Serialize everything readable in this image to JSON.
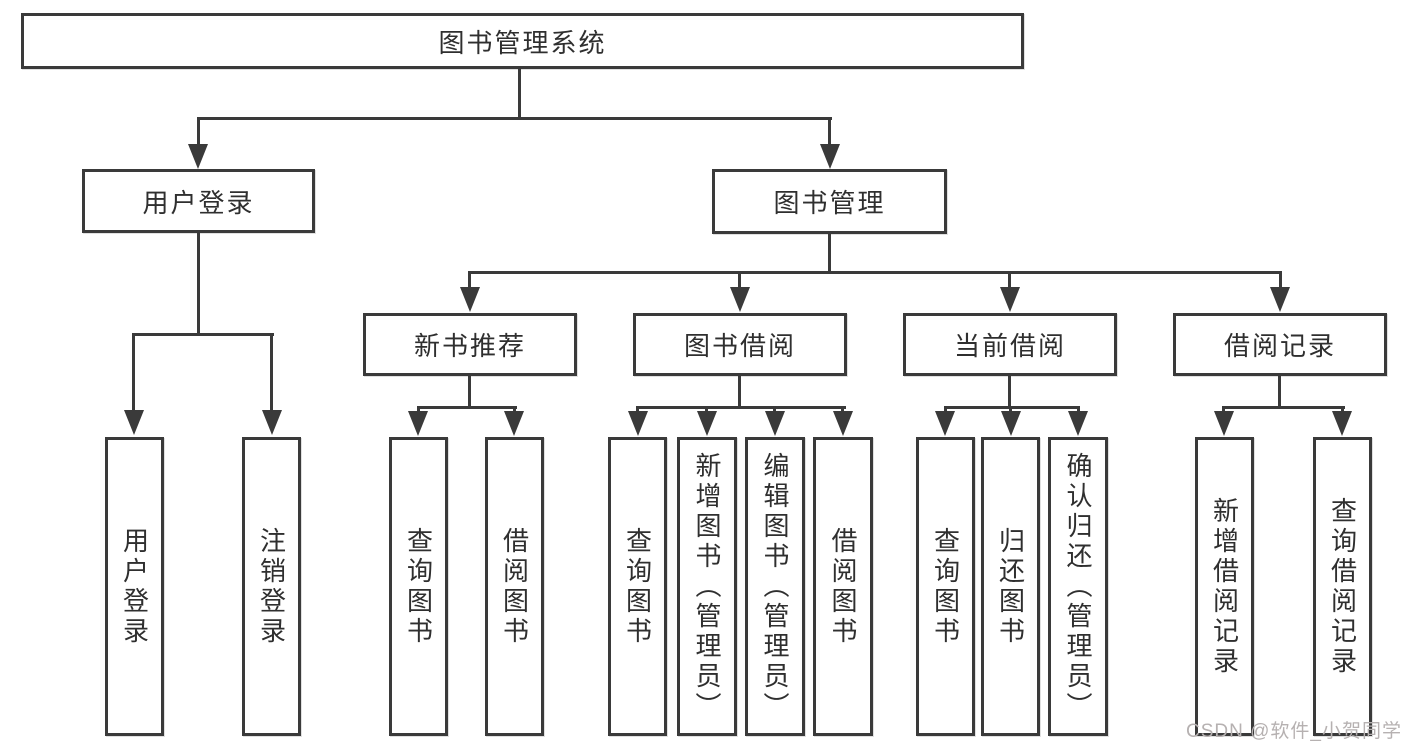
{
  "diagram": {
    "type": "tree",
    "root": {
      "label": "图书管理系统",
      "children": [
        {
          "label": "用户登录",
          "children": [
            {
              "label": "用户登录"
            },
            {
              "label": "注销登录"
            }
          ]
        },
        {
          "label": "图书管理",
          "children": [
            {
              "label": "新书推荐",
              "children": [
                {
                  "label": "查询图书"
                },
                {
                  "label": "借阅图书"
                }
              ]
            },
            {
              "label": "图书借阅",
              "children": [
                {
                  "label": "查询图书"
                },
                {
                  "label": "新增图书（管理员）"
                },
                {
                  "label": "编辑图书（管理员）"
                },
                {
                  "label": "借阅图书"
                }
              ]
            },
            {
              "label": "当前借阅",
              "children": [
                {
                  "label": "查询图书"
                },
                {
                  "label": "归还图书"
                },
                {
                  "label": "确认归还（管理员）"
                }
              ]
            },
            {
              "label": "借阅记录",
              "children": [
                {
                  "label": "新增借阅记录"
                },
                {
                  "label": "查询借阅记录"
                }
              ]
            }
          ]
        }
      ]
    },
    "colors": {
      "line": "#3a3a3a",
      "text": "#2f2f2f",
      "background": "#ffffff",
      "watermark": "#b6b1b1"
    }
  },
  "watermark": "CSDN @软件_小贺同学"
}
